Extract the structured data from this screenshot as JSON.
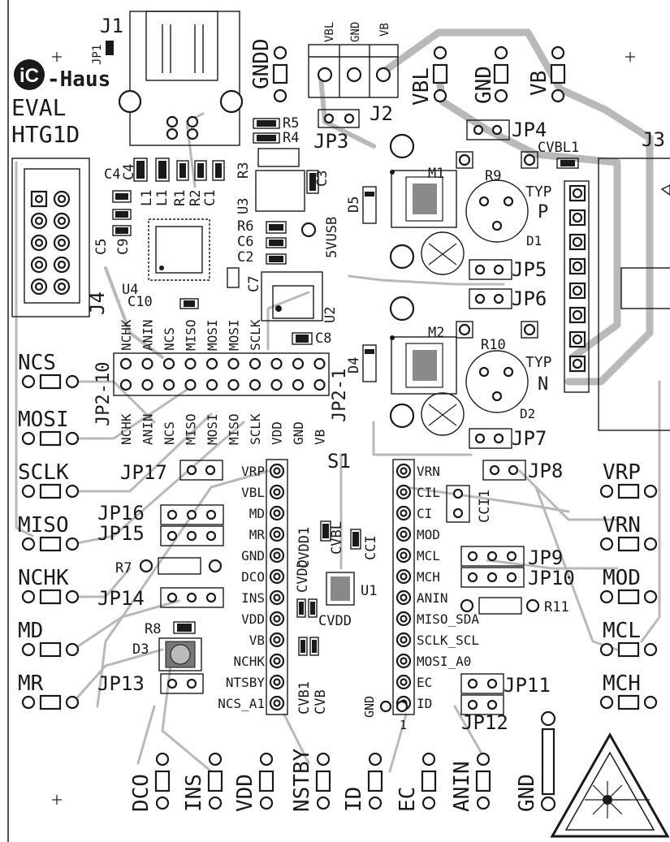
{
  "colors": {
    "silkscreen": "#1a1a1a",
    "copper": "#b9b9b9",
    "background": "#ffffff"
  },
  "logo": {
    "text": "iC-Haus"
  },
  "board": {
    "line1": "EVAL",
    "line2": "HTG1D"
  },
  "connectors": {
    "j1": "J1",
    "jp1": "JP1",
    "gndd": "GNDD",
    "vbl_top": "VBL",
    "gnd_top": "GND",
    "vb_top": "VB",
    "j2": "J2",
    "j2_vbl": "VBL",
    "j2_gnd": "GND",
    "j2_vb": "VB",
    "jp3": "JP3",
    "jp4": "JP4",
    "cvbl1": "CVBL1",
    "j3": "J3",
    "typ_p": "TYP",
    "p": "P",
    "typ_n": "TYP",
    "n": "N",
    "j4": "J4",
    "u4": "U4",
    "u3": "U3",
    "u2": "U2",
    "u1": "U1",
    "s1": "S1",
    "fivevusb": "5VUSB",
    "m1": "M1",
    "m2": "M2",
    "r9": "R9",
    "r10": "R10",
    "d1": "D1",
    "d2": "D2",
    "d4": "D4",
    "d5": "D5",
    "d3": "D3",
    "jp5": "JP5",
    "jp6": "JP6",
    "jp7": "JP7",
    "jp8": "JP8",
    "jp9": "JP9",
    "jp10": "JP10",
    "jp11": "JP11",
    "jp12": "JP12",
    "jp13": "JP13",
    "jp14": "JP14",
    "jp15": "JP15",
    "jp16": "JP16",
    "jp17": "JP17",
    "jp2_10": "JP2-10",
    "jp2_1": "JP2-1",
    "r5": "R5",
    "r4": "R4",
    "r3": "R3",
    "r6": "R6",
    "r1": "R1",
    "r2": "R2",
    "r7": "R7",
    "r8": "R8",
    "r11": "R11",
    "c1": "C1",
    "c2": "C2",
    "c3": "C3",
    "c4": "C4",
    "c5": "C5",
    "c6": "C6",
    "c7": "C7",
    "c8": "C8",
    "c9": "C9",
    "c10": "C10",
    "l1": "L1",
    "l1b": "L1",
    "cbl": "CVBL",
    "cci": "CCI",
    "cvdd1": "CVDD1",
    "cvdd": "CVDD",
    "cvdd_b": "CVDD",
    "cvb1": "CVB1",
    "cvb": "CVB",
    "cci1": "CCI1",
    "gnd_small": "GND",
    "one": "1"
  },
  "jp2_labels": [
    "NCHK",
    "ANIN",
    "NCS",
    "MISO",
    "MOSI",
    "MISO",
    "SCLK",
    "VDD",
    "GND",
    "VB"
  ],
  "jp2_top_labels": [
    "NCHK",
    "ANIN",
    "NCS",
    "MISO",
    "MOSI",
    "MOSI",
    "SCLK"
  ],
  "left_pins": [
    {
      "label": "VRP"
    },
    {
      "label": "VBL"
    },
    {
      "label": "MD"
    },
    {
      "label": "MR"
    },
    {
      "label": "GND"
    },
    {
      "label": "DCO"
    },
    {
      "label": "INS"
    },
    {
      "label": "VDD"
    },
    {
      "label": "VB"
    },
    {
      "label": "NCHK"
    },
    {
      "label": "NTSBY"
    },
    {
      "label": "NCS_A1"
    }
  ],
  "right_pins": [
    {
      "label": "VRN"
    },
    {
      "label": "CIL"
    },
    {
      "label": "CI"
    },
    {
      "label": "MOD"
    },
    {
      "label": "MCL"
    },
    {
      "label": "MCH"
    },
    {
      "label": "ANIN"
    },
    {
      "label": "MISO_SDA"
    },
    {
      "label": "SCLK_SCL"
    },
    {
      "label": "MOSI_A0"
    },
    {
      "label": "EC"
    },
    {
      "label": "ID"
    }
  ],
  "test_points_left": [
    "NCS",
    "MOSI",
    "SCLK",
    "MISO",
    "NCHK",
    "MD",
    "MR"
  ],
  "test_points_right": [
    "VRP",
    "VRN",
    "MOD",
    "MCL",
    "MCH"
  ],
  "test_points_bottom": [
    "DCO",
    "INS",
    "VDD",
    "NSTBY",
    "ID",
    "EC",
    "ANIN",
    "GND"
  ]
}
